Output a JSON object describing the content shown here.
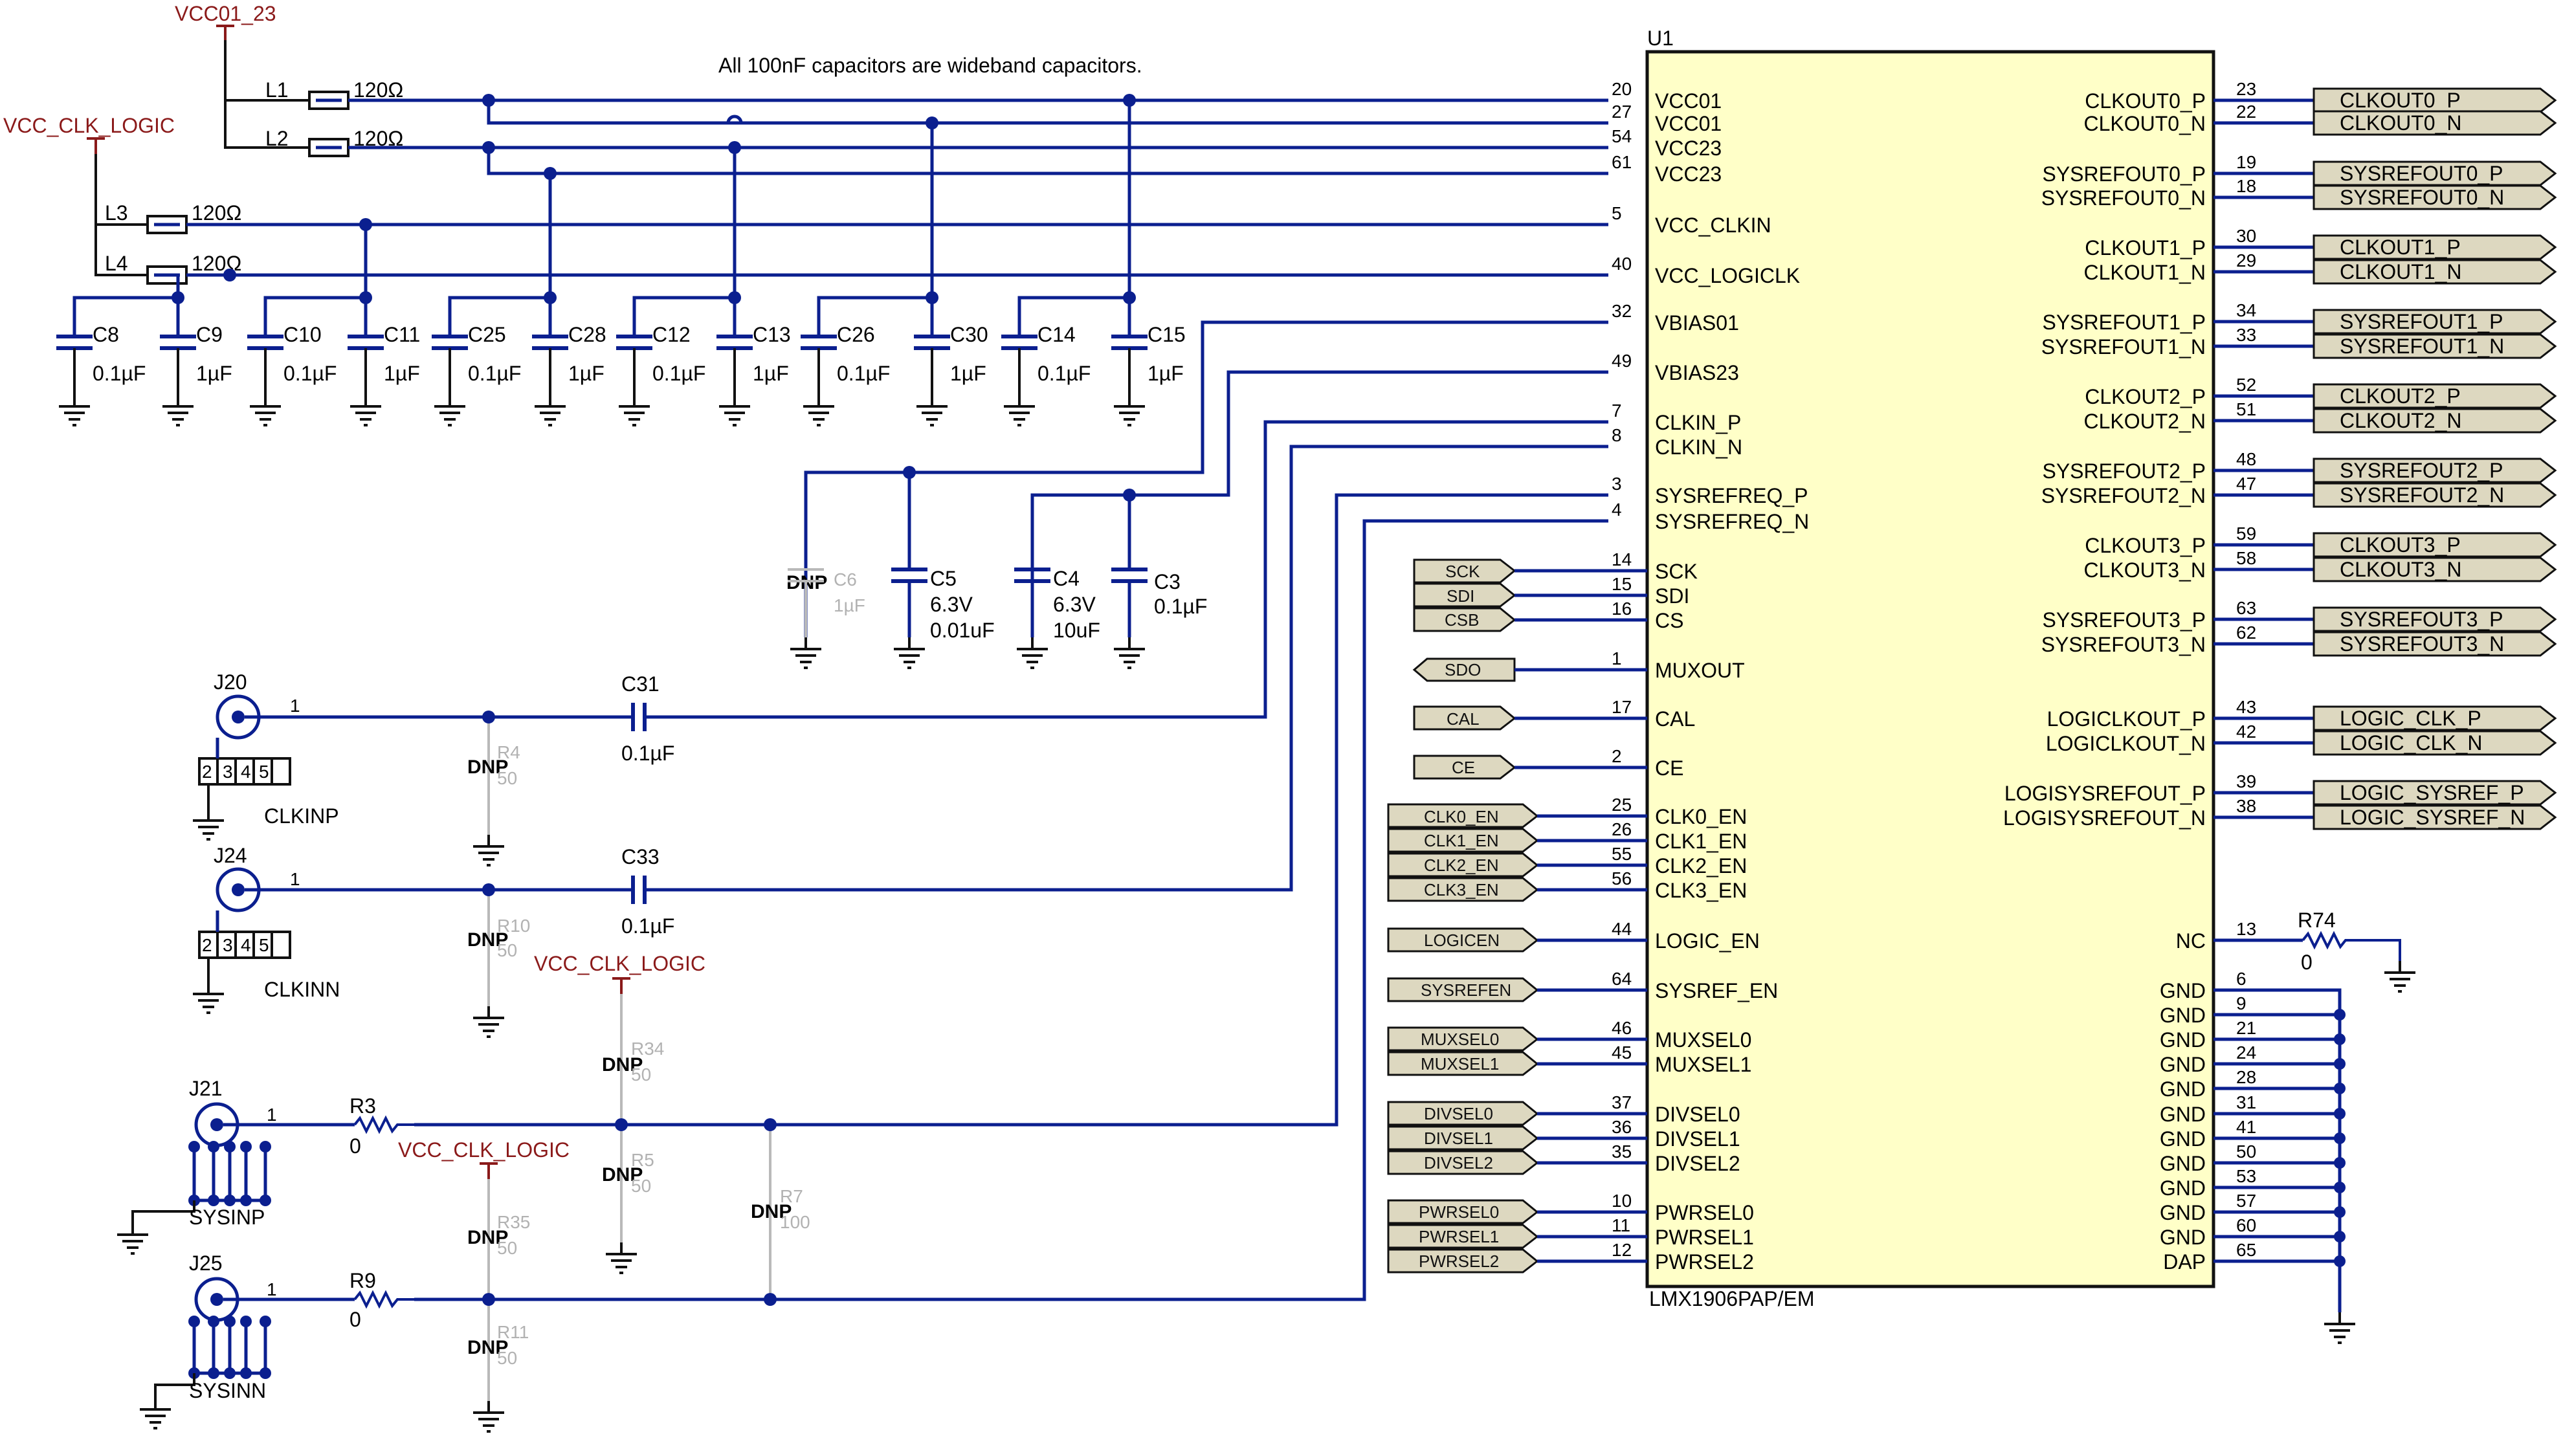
{
  "note": "All 100nF capacitors are wideband capacitors.",
  "nets": {
    "vcc01_23": "VCC01_23",
    "vcc_clk_logic": "VCC_CLK_LOGIC"
  },
  "chip": {
    "refdes": "U1",
    "part": "LMX1906PAP/EM",
    "left_pins": [
      {
        "num": "20",
        "name": "VCC01"
      },
      {
        "num": "27",
        "name": "VCC01"
      },
      {
        "num": "54",
        "name": "VCC23"
      },
      {
        "num": "61",
        "name": "VCC23"
      },
      {
        "num": "5",
        "name": "VCC_CLKIN"
      },
      {
        "num": "40",
        "name": "VCC_LOGICLK"
      },
      {
        "num": "32",
        "name": "VBIAS01"
      },
      {
        "num": "49",
        "name": "VBIAS23"
      },
      {
        "num": "7",
        "name": "CLKIN_P"
      },
      {
        "num": "8",
        "name": "CLKIN_N"
      },
      {
        "num": "3",
        "name": "SYSREFREQ_P"
      },
      {
        "num": "4",
        "name": "SYSREFREQ_N"
      },
      {
        "num": "14",
        "name": "SCK"
      },
      {
        "num": "15",
        "name": "SDI"
      },
      {
        "num": "16",
        "name": "CS"
      },
      {
        "num": "1",
        "name": "MUXOUT"
      },
      {
        "num": "17",
        "name": "CAL"
      },
      {
        "num": "2",
        "name": "CE"
      },
      {
        "num": "25",
        "name": "CLK0_EN"
      },
      {
        "num": "26",
        "name": "CLK1_EN"
      },
      {
        "num": "55",
        "name": "CLK2_EN"
      },
      {
        "num": "56",
        "name": "CLK3_EN"
      },
      {
        "num": "44",
        "name": "LOGIC_EN"
      },
      {
        "num": "64",
        "name": "SYSREF_EN"
      },
      {
        "num": "46",
        "name": "MUXSEL0"
      },
      {
        "num": "45",
        "name": "MUXSEL1"
      },
      {
        "num": "37",
        "name": "DIVSEL0"
      },
      {
        "num": "36",
        "name": "DIVSEL1"
      },
      {
        "num": "35",
        "name": "DIVSEL2"
      },
      {
        "num": "10",
        "name": "PWRSEL0"
      },
      {
        "num": "11",
        "name": "PWRSEL1"
      },
      {
        "num": "12",
        "name": "PWRSEL2"
      }
    ],
    "right_pins": [
      {
        "num": "23",
        "name": "CLKOUT0_P",
        "port": "CLKOUT0_P"
      },
      {
        "num": "22",
        "name": "CLKOUT0_N",
        "port": "CLKOUT0_N"
      },
      {
        "num": "19",
        "name": "SYSREFOUT0_P",
        "port": "SYSREFOUT0_P"
      },
      {
        "num": "18",
        "name": "SYSREFOUT0_N",
        "port": "SYSREFOUT0_N"
      },
      {
        "num": "30",
        "name": "CLKOUT1_P",
        "port": "CLKOUT1_P"
      },
      {
        "num": "29",
        "name": "CLKOUT1_N",
        "port": "CLKOUT1_N"
      },
      {
        "num": "34",
        "name": "SYSREFOUT1_P",
        "port": "SYSREFOUT1_P"
      },
      {
        "num": "33",
        "name": "SYSREFOUT1_N",
        "port": "SYSREFOUT1_N"
      },
      {
        "num": "52",
        "name": "CLKOUT2_P",
        "port": "CLKOUT2_P"
      },
      {
        "num": "51",
        "name": "CLKOUT2_N",
        "port": "CLKOUT2_N"
      },
      {
        "num": "48",
        "name": "SYSREFOUT2_P",
        "port": "SYSREFOUT2_P"
      },
      {
        "num": "47",
        "name": "SYSREFOUT2_N",
        "port": "SYSREFOUT2_N"
      },
      {
        "num": "59",
        "name": "CLKOUT3_P",
        "port": "CLKOUT3_P"
      },
      {
        "num": "58",
        "name": "CLKOUT3_N",
        "port": "CLKOUT3_N"
      },
      {
        "num": "63",
        "name": "SYSREFOUT3_P",
        "port": "SYSREFOUT3_P"
      },
      {
        "num": "62",
        "name": "SYSREFOUT3_N",
        "port": "SYSREFOUT3_N"
      },
      {
        "num": "43",
        "name": "LOGICLKOUT_P",
        "port": "LOGIC_CLK_P"
      },
      {
        "num": "42",
        "name": "LOGICLKOUT_N",
        "port": "LOGIC_CLK_N"
      },
      {
        "num": "39",
        "name": "LOGISYSREFOUT_P",
        "port": "LOGIC_SYSREF_P"
      },
      {
        "num": "38",
        "name": "LOGISYSREFOUT_N",
        "port": "LOGIC_SYSREF_N"
      },
      {
        "num": "13",
        "name": "NC",
        "port": ""
      },
      {
        "num": "6",
        "name": "GND",
        "port": ""
      },
      {
        "num": "9",
        "name": "GND",
        "port": ""
      },
      {
        "num": "21",
        "name": "GND",
        "port": ""
      },
      {
        "num": "24",
        "name": "GND",
        "port": ""
      },
      {
        "num": "28",
        "name": "GND",
        "port": ""
      },
      {
        "num": "31",
        "name": "GND",
        "port": ""
      },
      {
        "num": "41",
        "name": "GND",
        "port": ""
      },
      {
        "num": "50",
        "name": "GND",
        "port": ""
      },
      {
        "num": "53",
        "name": "GND",
        "port": ""
      },
      {
        "num": "57",
        "name": "GND",
        "port": ""
      },
      {
        "num": "60",
        "name": "GND",
        "port": ""
      },
      {
        "num": "65",
        "name": "DAP",
        "port": ""
      }
    ]
  },
  "ctrl_ports": {
    "sck": "SCK",
    "sdi": "SDI",
    "csb": "CSB",
    "sdo": "SDO",
    "cal": "CAL",
    "ce": "CE",
    "clk0_en": "CLK0_EN",
    "clk1_en": "CLK1_EN",
    "clk2_en": "CLK2_EN",
    "clk3_en": "CLK3_EN",
    "logicen": "LOGICEN",
    "sysrefen": "SYSREFEN",
    "muxsel0": "MUXSEL0",
    "muxsel1": "MUXSEL1",
    "divsel0": "DIVSEL0",
    "divsel1": "DIVSEL1",
    "divsel2": "DIVSEL2",
    "pwrsel0": "PWRSEL0",
    "pwrsel1": "PWRSEL1",
    "pwrsel2": "PWRSEL2"
  },
  "inductors": [
    {
      "ref": "L1",
      "value": "120Ω"
    },
    {
      "ref": "L2",
      "value": "120Ω"
    },
    {
      "ref": "L3",
      "value": "120Ω"
    },
    {
      "ref": "L4",
      "value": "120Ω"
    }
  ],
  "decoupling_caps": [
    {
      "ref": "C8",
      "value": "0.1µF"
    },
    {
      "ref": "C9",
      "value": "1µF"
    },
    {
      "ref": "C10",
      "value": "0.1µF"
    },
    {
      "ref": "C11",
      "value": "1µF"
    },
    {
      "ref": "C25",
      "value": "0.1µF"
    },
    {
      "ref": "C28",
      "value": "1µF"
    },
    {
      "ref": "C12",
      "value": "0.1µF"
    },
    {
      "ref": "C13",
      "value": "1µF"
    },
    {
      "ref": "C26",
      "value": "0.1µF"
    },
    {
      "ref": "C30",
      "value": "1µF"
    },
    {
      "ref": "C14",
      "value": "0.1µF"
    },
    {
      "ref": "C15",
      "value": "1µF"
    }
  ],
  "bias_caps": {
    "c6": {
      "ref": "C6",
      "value": "1µF",
      "dnp": "DNP"
    },
    "c5": {
      "ref": "C5",
      "voltage": "6.3V",
      "value": "0.01uF"
    },
    "c4": {
      "ref": "C4",
      "voltage": "6.3V",
      "value": "10uF"
    },
    "c3": {
      "ref": "C3",
      "value": "0.1µF"
    }
  },
  "coupling_caps": {
    "c31": {
      "ref": "C31",
      "value": "0.1µF"
    },
    "c33": {
      "ref": "C33",
      "value": "0.1µF"
    }
  },
  "connectors": {
    "j20": {
      "ref": "J20",
      "label": "CLKINP",
      "pin1": "1",
      "pins": [
        "2",
        "3",
        "4",
        "5"
      ]
    },
    "j24": {
      "ref": "J24",
      "label": "CLKINN",
      "pin1": "1",
      "pins": [
        "2",
        "3",
        "4",
        "5"
      ]
    },
    "j21": {
      "ref": "J21",
      "label": "SYSINP",
      "pin1": "1"
    },
    "j25": {
      "ref": "J25",
      "label": "SYSINN",
      "pin1": "1"
    }
  },
  "resistors": {
    "r3": {
      "ref": "R3",
      "value": "0"
    },
    "r9": {
      "ref": "R9",
      "value": "0"
    },
    "r74": {
      "ref": "R74",
      "value": "0"
    }
  },
  "dnp_resistors": {
    "r4": {
      "ref": "R4",
      "value": "50",
      "dnp": "DNP"
    },
    "r10": {
      "ref": "R10",
      "value": "50",
      "dnp": "DNP"
    },
    "r34": {
      "ref": "R34",
      "value": "50",
      "dnp": "DNP"
    },
    "r5": {
      "ref": "R5",
      "value": "50",
      "dnp": "DNP"
    },
    "r7": {
      "ref": "R7",
      "value": "100",
      "dnp": "DNP"
    },
    "r35": {
      "ref": "R35",
      "value": "50",
      "dnp": "DNP"
    },
    "r11": {
      "ref": "R11",
      "value": "50",
      "dnp": "DNP"
    }
  }
}
